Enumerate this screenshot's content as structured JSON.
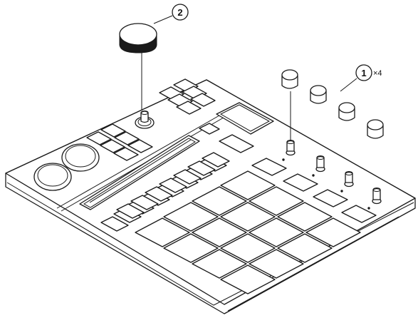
{
  "callouts": {
    "knob_cap_label": "1",
    "knob_cap_quantity": "×4",
    "big_knob_label": "2"
  },
  "colors": {
    "line": "#1a1a1a",
    "fill": "#ffffff"
  }
}
